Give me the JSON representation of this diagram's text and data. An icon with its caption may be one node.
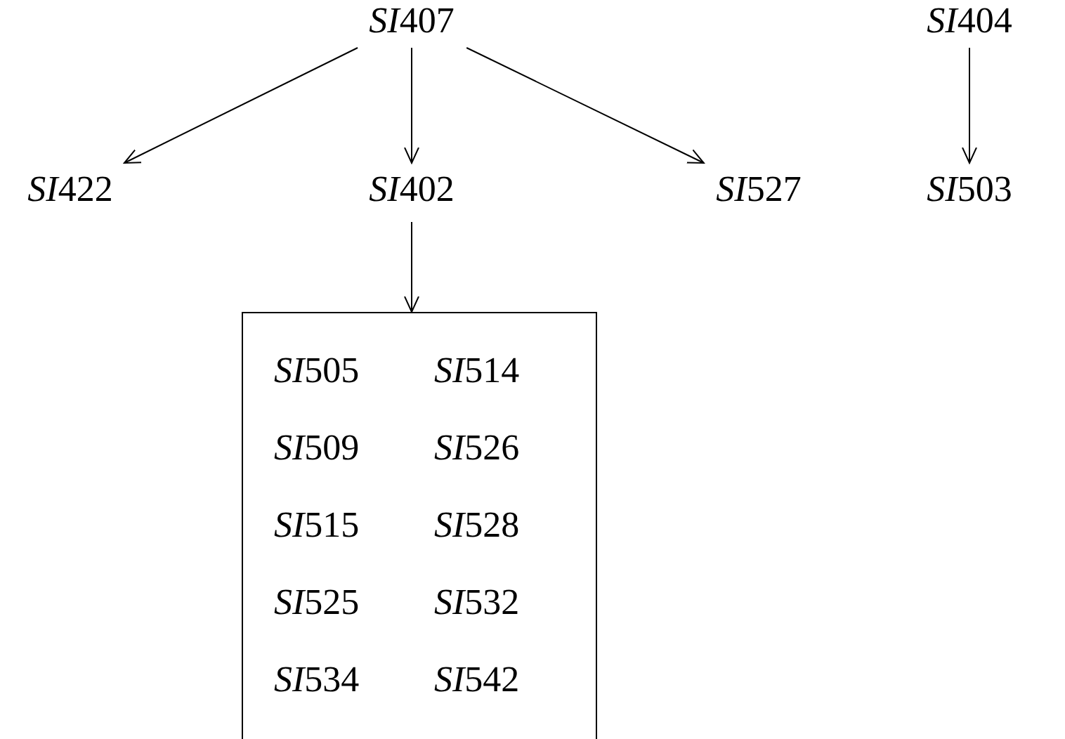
{
  "diagram": {
    "nodes": [
      {
        "text": [
          "SI407"
        ]
      },
      {
        "text": [
          "SI422"
        ]
      },
      {
        "text": [
          "SI402"
        ]
      },
      {
        "text": [
          "SI527"
        ]
      },
      {
        "text": [
          "SI404"
        ]
      },
      {
        "text": [
          "SI503"
        ]
      },
      {
        "text": [
          "SI505",
          "SI514",
          "SI509",
          "SI526",
          "SI515",
          "SI528",
          "SI525",
          "SI532",
          "SI534",
          "SI542"
        ]
      }
    ],
    "edges": [
      {
        "from": 0,
        "to": 1,
        "arrow": "to"
      },
      {
        "from": 0,
        "to": 2,
        "arrow": "to"
      },
      {
        "from": 0,
        "to": 3,
        "arrow": "to"
      },
      {
        "from": 4,
        "to": 5,
        "arrow": "to"
      },
      {
        "from": 2,
        "to": 6,
        "arrow": "to"
      }
    ]
  }
}
